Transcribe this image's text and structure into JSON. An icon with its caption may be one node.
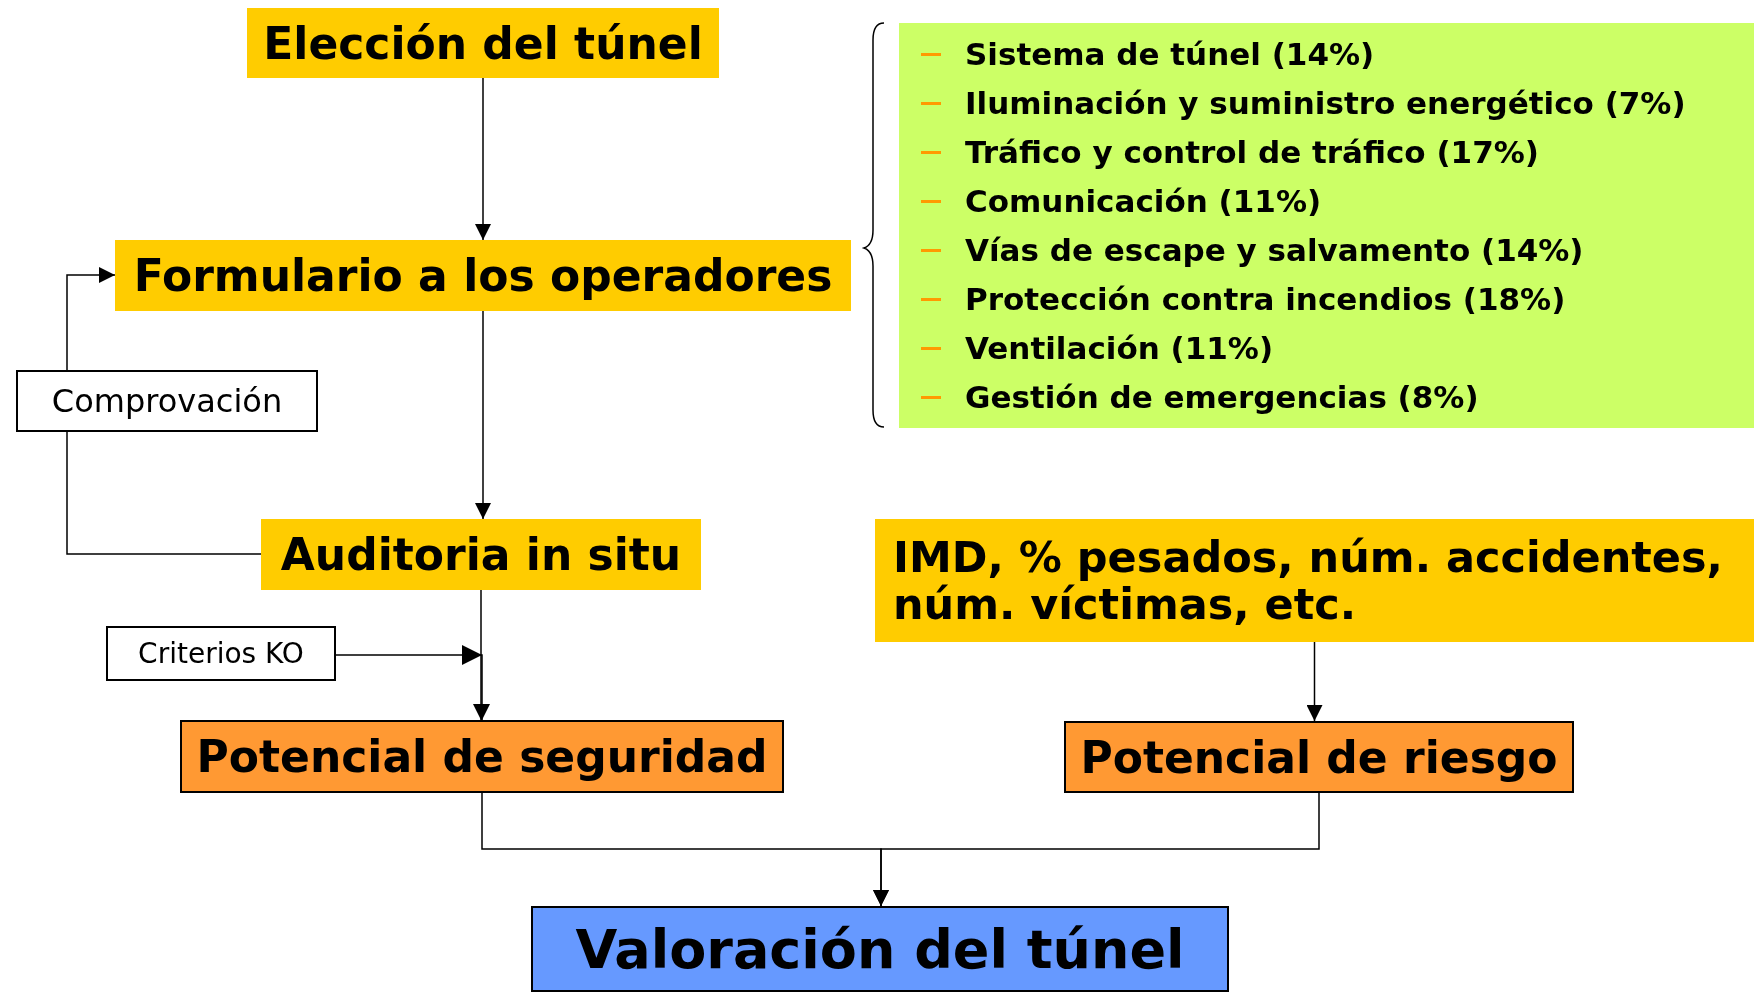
{
  "diagram": {
    "nodes": [
      {
        "text": [
          "Elección del túnel"
        ]
      },
      {
        "text": [
          "Formulario a los operadores"
        ]
      },
      {
        "text": [
          "Comprovación"
        ]
      },
      {
        "text": [
          "Auditoria in situ"
        ]
      },
      {
        "text": [
          "Criterios KO"
        ]
      },
      {
        "text": [
          "Potencial de seguridad"
        ]
      },
      {
        "text": [
          "Potencial de riesgo"
        ]
      },
      {
        "text": [
          "Valoración del túnel"
        ]
      },
      {
        "text": [
          "Sistema de túnel (14%)",
          "Iluminación y suministro energético (7%)",
          "Tráfico y control de tráfico (17%)",
          "Comunicación (11%)",
          "Vías de escape y salvamento (14%)",
          "Protección contra incendios (18%)",
          "Ventilación (11%)",
          "Gestión de emergencias (8%)"
        ]
      },
      {
        "text": [
          "IMD, % pesados, núm. accidentes, núm. víctimas, etc."
        ]
      }
    ],
    "edges": [
      {
        "from": 0,
        "to": 1,
        "arrow": "to"
      },
      {
        "from": 1,
        "to": 3,
        "arrow": "to"
      },
      {
        "from": 3,
        "to": 5,
        "arrow": "to"
      },
      {
        "from": 4,
        "to": 5,
        "arrow": "to"
      },
      {
        "from": 3,
        "to": 2,
        "arrow": "none"
      },
      {
        "from": 2,
        "to": 1,
        "arrow": "to"
      },
      {
        "from": 5,
        "to": 7,
        "arrow": "to"
      },
      {
        "from": 6,
        "to": 7,
        "arrow": "to"
      },
      {
        "from": 9,
        "to": 6,
        "arrow": "to"
      }
    ]
  }
}
